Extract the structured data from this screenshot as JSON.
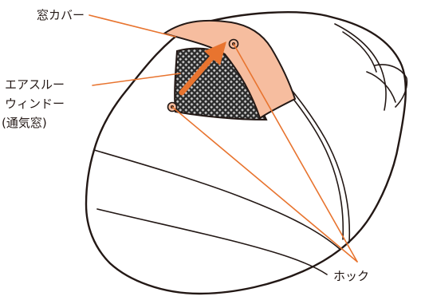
{
  "labels": {
    "window_cover": "窓カバー",
    "air_through_line1": "エアスルー",
    "air_through_line2": "ウィンドー",
    "air_through_line3": "(通気窓)",
    "hook": "ホック"
  },
  "colors": {
    "leader_line": "#e8742f",
    "cover_fill": "#f6bd9f",
    "arrow": "#e8742f",
    "outline": "#231815",
    "mesh_dark": "#2a2a2a",
    "mesh_light": "#bdbdbd",
    "background": "#ffffff"
  }
}
